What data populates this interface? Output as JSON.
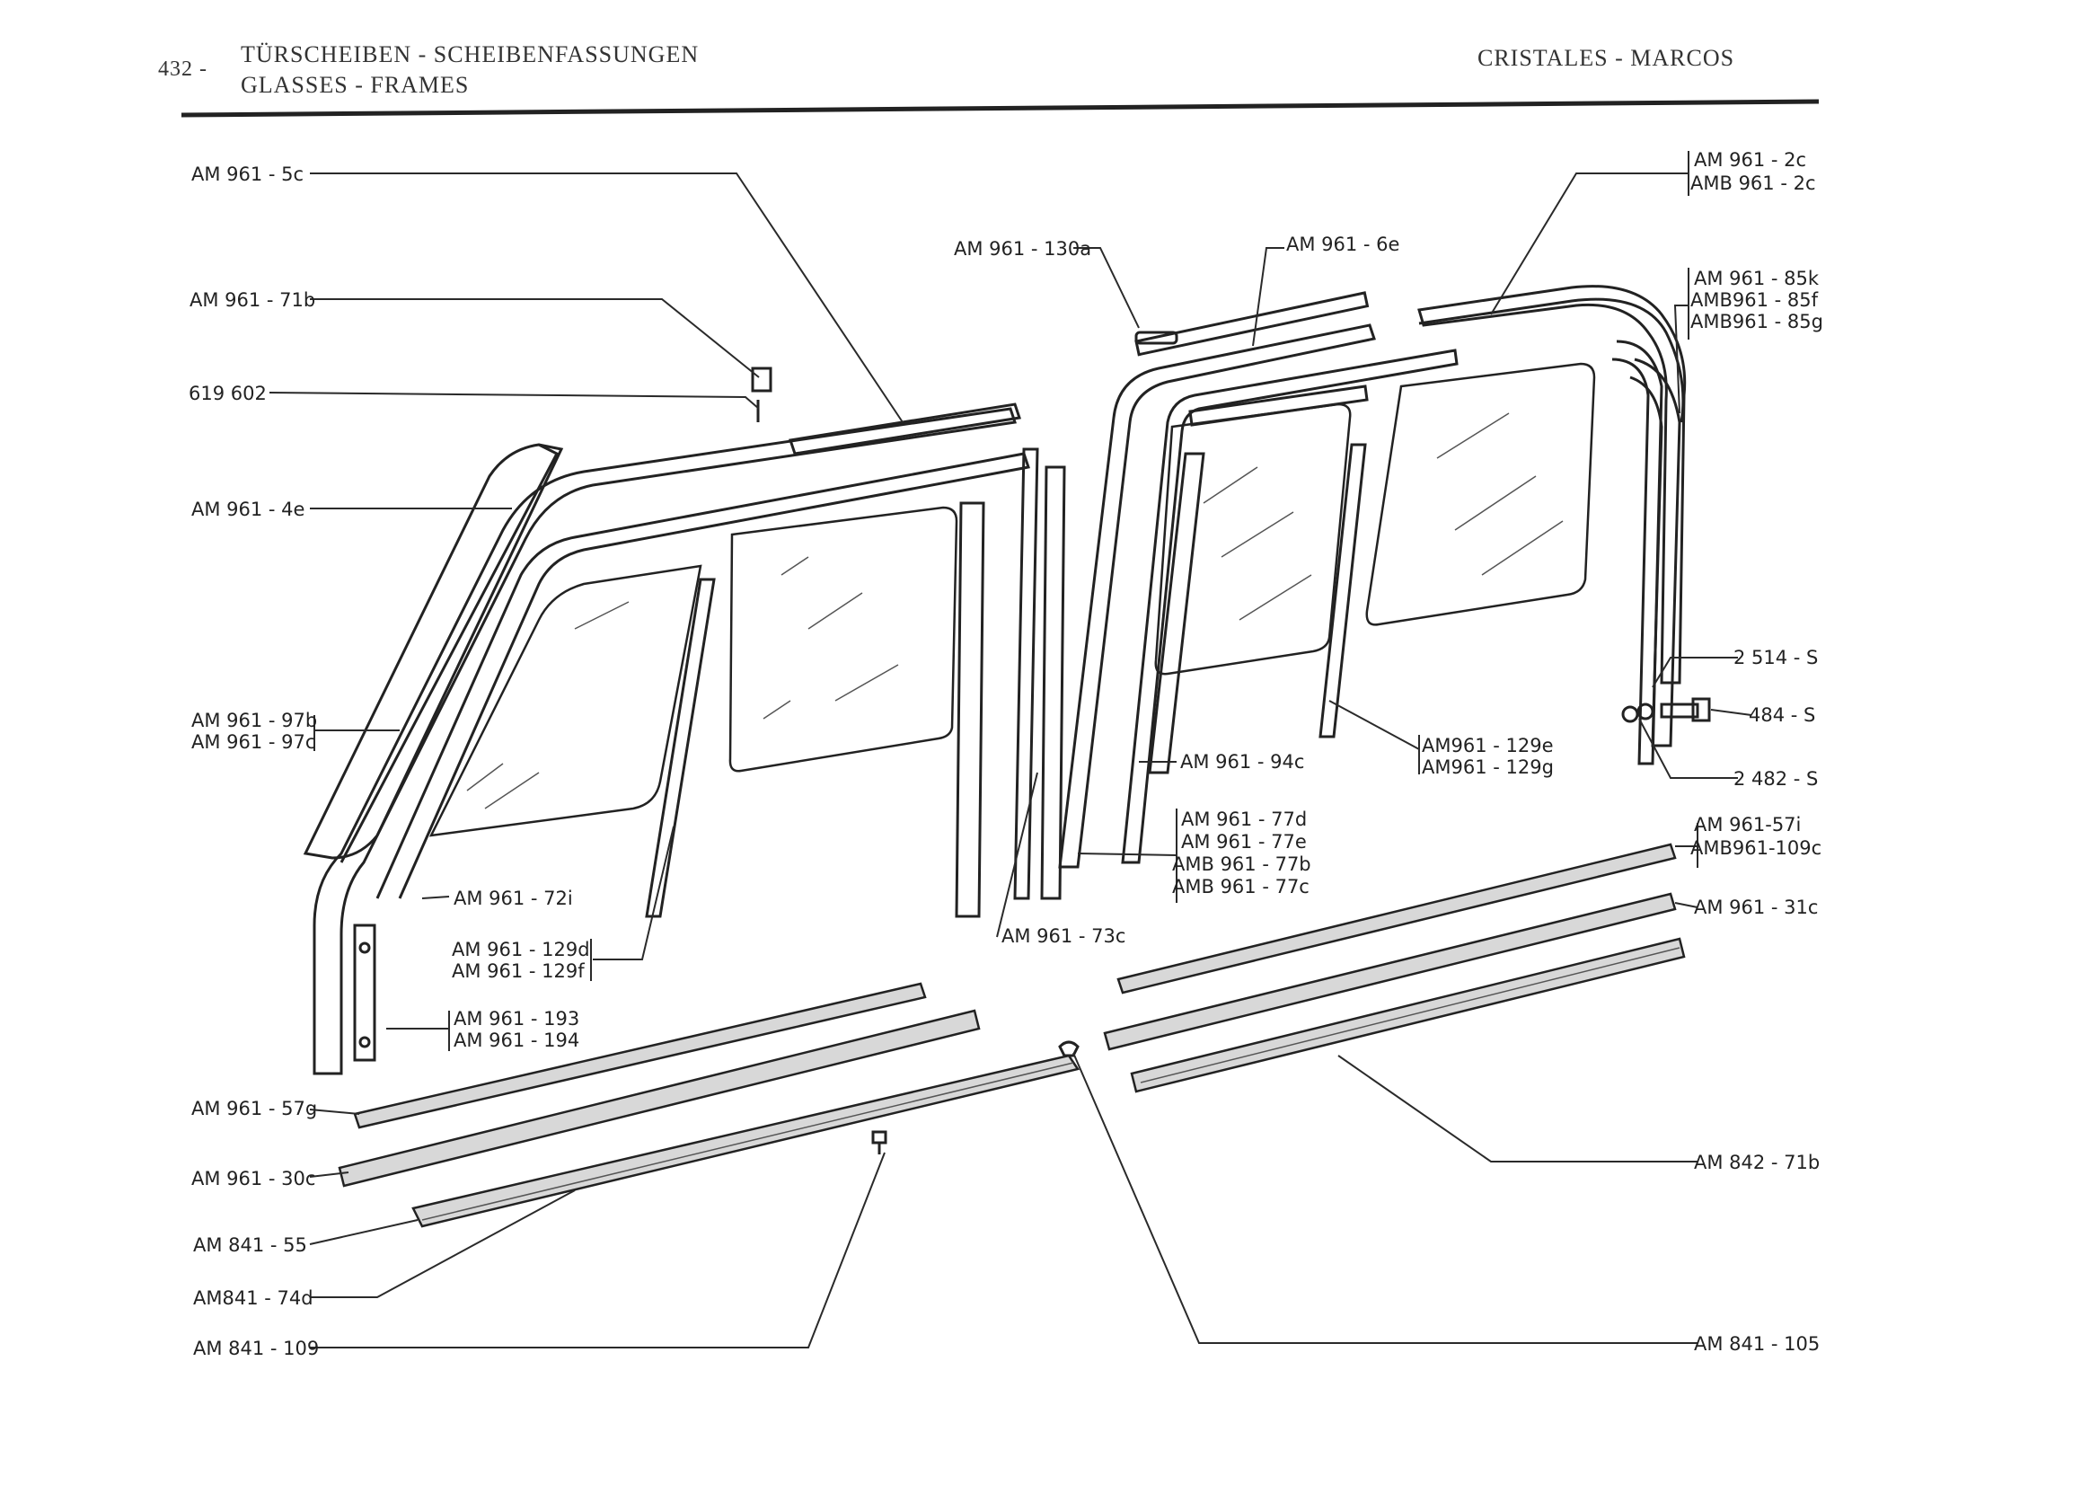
{
  "header": {
    "page_number": "432 -",
    "title_de": "TÜRSCHEIBEN - SCHEIBENFASSUNGEN",
    "title_en": "GLASSES - FRAMES",
    "title_es": "CRISTALES - MARCOS"
  },
  "labels": {
    "am961_5c": "AM 961 - 5c",
    "am961_71b": "AM 961 - 71b",
    "p619602": "619 602",
    "am961_4e": "AM 961 - 4e",
    "am961_97b": "AM 961 - 97b",
    "am961_97c": "AM 961 - 97c",
    "am961_72i": "AM 961 - 72i",
    "am961_129d": "AM 961 - 129d",
    "am961_129f": "AM 961 - 129f",
    "am961_193": "AM 961 - 193",
    "am961_194": "AM 961 - 194",
    "am961_57g": "AM 961 - 57g",
    "am961_30c": "AM 961 - 30c",
    "am841_55": "AM 841 - 55",
    "am841_74d": "AM841 - 74d",
    "am841_109": "AM 841 - 109",
    "am961_130a": "AM 961 - 130a",
    "am961_6e": "AM 961 - 6e",
    "am961_73c": "AM 961 - 73c",
    "am961_94c": "AM 961 - 94c",
    "am961_77d": "AM 961 - 77d",
    "am961_77e": "AM 961 - 77e",
    "amb961_77b": "AMB 961 - 77b",
    "amb961_77c": "AMB 961 - 77c",
    "am961_2c": "AM 961 - 2c",
    "amb961_2c": "AMB 961 - 2c",
    "am961_85k": "AM 961 - 85k",
    "amb961_85f": "AMB961 - 85f",
    "amb961_85g": "AMB961 - 85g",
    "s2514": "2 514 - S",
    "s484": "484 - S",
    "s2482": "2 482 - S",
    "am961_129e": "AM961 - 129e",
    "am961_129g": "AM961 - 129g",
    "am961_57i": "AM 961-57i",
    "amb961_109c": "AMB961-109c",
    "am961_31c": "AM 961 - 31c",
    "am842_71b": "AM 842 - 71b",
    "am841_105": "AM 841 - 105"
  }
}
